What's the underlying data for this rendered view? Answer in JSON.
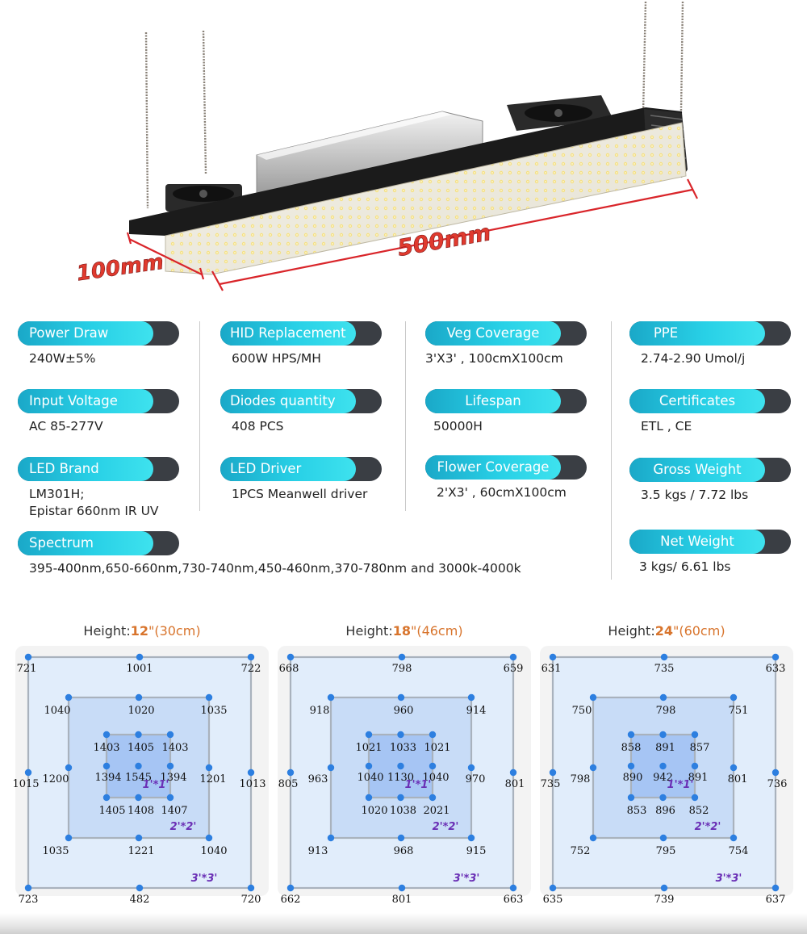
{
  "dimensions": {
    "width_label": "500mm",
    "depth_label": "100mm"
  },
  "specs": [
    {
      "label": "Power Draw",
      "value": "240W±5%"
    },
    {
      "label": "HID Replacement",
      "value": "600W HPS/MH"
    },
    {
      "label": "Veg Coverage",
      "value": "3'X3' , 100cmX100cm"
    },
    {
      "label": "PPE",
      "value": "2.74-2.90 Umol/j"
    },
    {
      "label": "Input Voltage",
      "value": "AC 85-277V"
    },
    {
      "label": "Diodes quantity",
      "value": "408 PCS"
    },
    {
      "label": "Lifespan",
      "value": "50000H"
    },
    {
      "label": "Certificates",
      "value": "ETL , CE"
    },
    {
      "label": "LED Brand",
      "value": "LM301H;\nEpistar 660nm IR UV"
    },
    {
      "label": "LED Driver",
      "value": "1PCS Meanwell driver"
    },
    {
      "label": "Flower Coverage",
      "value": "2'X3' , 60cmX100cm"
    },
    {
      "label": "Gross Weight",
      "value": "3.5 kgs / 7.72 lbs"
    },
    {
      "label": "Spectrum",
      "value": "395-400nm,650-660nm,730-740nm,450-460nm,370-780nm and 3000k-4000k"
    },
    {
      "label": "Net Weight",
      "value": "3 kgs/ 6.61 lbs"
    }
  ],
  "zone_labels": {
    "inner": "1'*1'",
    "middle": "2'*2'",
    "outer": "3'*3'"
  },
  "maps": [
    {
      "heading_prefix": "Height:",
      "height_in": "12",
      "inch_mark": "\"",
      "height_cm": "(30cm)",
      "outer": {
        "tl": "721",
        "tc": "1001",
        "tr": "722",
        "ml": "1015",
        "mr": "1013",
        "bl": "723",
        "bc": "482",
        "br": "720"
      },
      "middle": {
        "tl": "1040",
        "tc": "1020",
        "tr": "1035",
        "ml": "1200",
        "mr": "1201",
        "bl": "1035",
        "bc": "1221",
        "br": "1040"
      },
      "inner": {
        "tl": "1403",
        "tc": "1405",
        "tr": "1403",
        "ml": "1394",
        "c": "1545",
        "mr": "1394",
        "bl": "1405",
        "bc": "1408",
        "br": "1407"
      }
    },
    {
      "heading_prefix": "Height:",
      "height_in": "18",
      "inch_mark": "\"",
      "height_cm": "(46cm)",
      "outer": {
        "tl": "668",
        "tc": "798",
        "tr": "659",
        "ml": "805",
        "mr": "801",
        "bl": "662",
        "bc": "801",
        "br": "663"
      },
      "middle": {
        "tl": "918",
        "tc": "960",
        "tr": "914",
        "ml": "963",
        "mr": "970",
        "bl": "913",
        "bc": "968",
        "br": "915"
      },
      "inner": {
        "tl": "1021",
        "tc": "1033",
        "tr": "1021",
        "ml": "1040",
        "c": "1130",
        "mr": "1040",
        "bl": "1020",
        "bc": "1038",
        "br": "2021"
      }
    },
    {
      "heading_prefix": "Height:",
      "height_in": "24",
      "inch_mark": "\"",
      "height_cm": "(60cm)",
      "outer": {
        "tl": "631",
        "tc": "735",
        "tr": "633",
        "ml": "735",
        "mr": "736",
        "bl": "635",
        "bc": "739",
        "br": "637"
      },
      "middle": {
        "tl": "750",
        "tc": "798",
        "tr": "751",
        "ml": "798",
        "mr": "801",
        "bl": "752",
        "bc": "795",
        "br": "754"
      },
      "inner": {
        "tl": "858",
        "tc": "891",
        "tr": "857",
        "ml": "890",
        "c": "942",
        "mr": "891",
        "bl": "853",
        "bc": "896",
        "br": "852"
      }
    }
  ]
}
